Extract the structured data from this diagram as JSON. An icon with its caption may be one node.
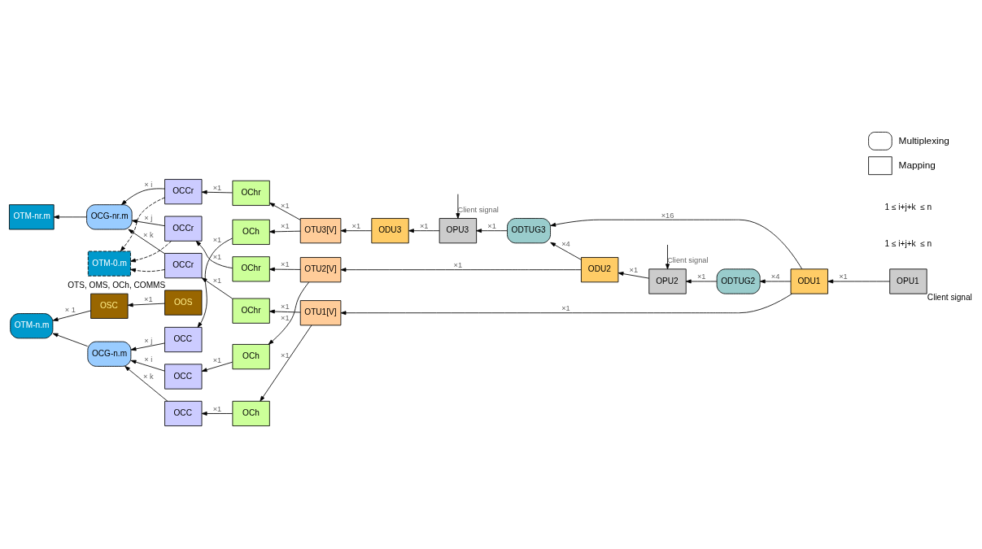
{
  "diagram": {
    "nodes": [
      {
        "text": [
          "OTM-0.m"
        ]
      },
      {
        "text": [
          "OTM-nr.m"
        ]
      },
      {
        "text": [
          "OCG-nr.m"
        ]
      },
      {
        "text": [
          "OCCr"
        ]
      },
      {
        "text": [
          "OChr"
        ]
      },
      {
        "text": [
          "OCCr"
        ]
      },
      {
        "text": [
          "OChr"
        ]
      },
      {
        "text": [
          "OCCr"
        ]
      },
      {
        "text": [
          "OChr"
        ]
      },
      {
        "text": [
          "OTM-n.m"
        ]
      },
      {
        "text": [
          "OCG-n.m"
        ]
      },
      {
        "text": [
          "OCC"
        ]
      },
      {
        "text": [
          "OCh"
        ]
      },
      {
        "text": [
          "OCC"
        ]
      },
      {
        "text": [
          "OCh"
        ]
      },
      {
        "text": [
          "OCC"
        ]
      },
      {
        "text": [
          "OCh"
        ]
      },
      {
        "text": [
          "OSC"
        ]
      },
      {
        "text": [
          "OOS"
        ],
        "beside": [
          "OTS, OMS, OCh, COMMS"
        ]
      },
      {
        "text": [
          "OTU3[V]"
        ]
      },
      {
        "text": [
          "OTU2[V]"
        ]
      },
      {
        "text": [
          "OTU1[V]"
        ]
      },
      {
        "text": [
          "ODU3"
        ]
      },
      {
        "text": [
          "OPU3"
        ]
      },
      {
        "text": [
          "ODTUG3"
        ]
      },
      {
        "text": [
          "ODU2"
        ]
      },
      {
        "text": [
          "OPU2"
        ]
      },
      {
        "text": [
          "ODTUG2"
        ]
      },
      {
        "text": [
          "ODU1"
        ]
      },
      {
        "text": [
          "OPU1"
        ],
        "beside": [
          "Client signal"
        ]
      }
    ],
    "edges": [
      {
        "from": 3,
        "to": 0,
        "arrow": "to",
        "style": "dashed"
      },
      {
        "from": 5,
        "to": 0,
        "arrow": "to",
        "style": "dashed"
      },
      {
        "from": 7,
        "to": 0,
        "arrow": "to",
        "style": "dashed"
      },
      {
        "from": 2,
        "to": 1,
        "arrow": "to"
      },
      {
        "from": 3,
        "to": 2,
        "arrow": "to",
        "label": "× i"
      },
      {
        "from": 5,
        "to": 2,
        "arrow": "to",
        "label": "× j"
      },
      {
        "from": 7,
        "to": 2,
        "arrow": "to",
        "label": "× k"
      },
      {
        "from": 4,
        "to": 3,
        "arrow": "to",
        "label": "×1"
      },
      {
        "from": 6,
        "to": 5,
        "arrow": "to",
        "label": "×1"
      },
      {
        "from": 8,
        "to": 7,
        "arrow": "to",
        "label": "×1"
      },
      {
        "from": 10,
        "to": 9,
        "arrow": "to"
      },
      {
        "from": 11,
        "to": 10,
        "arrow": "to",
        "label": "× j"
      },
      {
        "from": 13,
        "to": 10,
        "arrow": "to",
        "label": "× i"
      },
      {
        "from": 15,
        "to": 10,
        "arrow": "to",
        "label": "× k"
      },
      {
        "from": 12,
        "to": 11,
        "arrow": "to",
        "label": "×1"
      },
      {
        "from": 14,
        "to": 13,
        "arrow": "to",
        "label": "×1"
      },
      {
        "from": 16,
        "to": 15,
        "arrow": "to",
        "label": "×1"
      },
      {
        "from": 17,
        "to": 9,
        "arrow": "to",
        "label": "× 1"
      },
      {
        "from": 18,
        "to": 17,
        "arrow": "to",
        "label": "×1"
      },
      {
        "from": 19,
        "to": 4,
        "arrow": "to",
        "label": "×1"
      },
      {
        "from": 20,
        "to": 6,
        "arrow": "to",
        "label": "×1"
      },
      {
        "from": 21,
        "to": 8,
        "arrow": "to",
        "label": "×1"
      },
      {
        "from": 19,
        "to": 12,
        "arrow": "to",
        "label": "×1"
      },
      {
        "from": 20,
        "to": 14,
        "arrow": "to",
        "label": "×1"
      },
      {
        "from": 21,
        "to": 16,
        "arrow": "to",
        "label": "×1"
      },
      {
        "from": 22,
        "to": 19,
        "arrow": "to",
        "label": "×1"
      },
      {
        "from": 23,
        "to": 22,
        "arrow": "to",
        "label": "×1"
      },
      {
        "from": null,
        "to": 23,
        "arrow": "to",
        "label": "Client signal"
      },
      {
        "from": 24,
        "to": 23,
        "arrow": "to",
        "label": "×1"
      },
      {
        "from": 28,
        "to": 24,
        "arrow": "to",
        "label": "×16"
      },
      {
        "from": 25,
        "to": 24,
        "arrow": "to",
        "label": "×4"
      },
      {
        "from": 25,
        "to": 20,
        "arrow": "to",
        "label": "×1"
      },
      {
        "from": 26,
        "to": 25,
        "arrow": "to",
        "label": "×1"
      },
      {
        "from": null,
        "to": 26,
        "arrow": "to",
        "label": "Client signal"
      },
      {
        "from": 27,
        "to": 26,
        "arrow": "to",
        "label": "×1"
      },
      {
        "from": 28,
        "to": 27,
        "arrow": "to",
        "label": "×4"
      },
      {
        "from": 28,
        "to": 21,
        "arrow": "to",
        "label": "×1"
      },
      {
        "from": 29,
        "to": 28,
        "arrow": "to",
        "label": "×1"
      }
    ],
    "labels": [
      "1 ≤ i+j+k  ≤ n",
      "1 ≤ i+j+k  ≤ n"
    ],
    "legend": [
      {
        "text": "Multiplexing"
      },
      {
        "text": "Mapping"
      }
    ]
  }
}
